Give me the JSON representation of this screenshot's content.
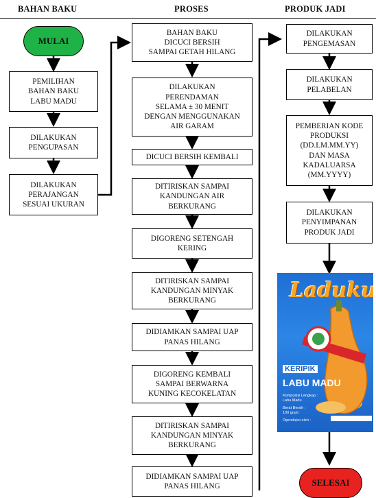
{
  "headers": {
    "bahan_baku": "BAHAN BAKU",
    "proses": "PROSES",
    "produk_jadi": "PRODUK JADI"
  },
  "start": "MULAI",
  "end": "SELESAI",
  "bahan_baku_steps": [
    "PEMILIHAN\nBAHAN BAKU\nLABU MADU",
    "DILAKUKAN\nPENGUPASAN",
    "DILAKUKAN\nPERAJANGAN\nSESUAI UKURAN"
  ],
  "proses_steps": [
    "BAHAN BAKU\nDICUCI BERSIH\nSAMPAI GETAH HILANG",
    "DILAKUKAN\nPERENDAMAN\nSELAMA ± 30 MENIT\nDENGAN MENGGUNAKAN\nAIR GARAM",
    "DICUCI BERSIH KEMBALI",
    "DITIRISKAN SAMPAI\nKANDUNGAN AIR\nBERKURANG",
    "DIGORENG SETENGAH\nKERING",
    "DITIRISKAN SAMPAI\nKANDUNGAN MINYAK\nBERKURANG",
    "DIDIAMKAN SAMPAI UAP\nPANAS HILANG",
    "DIGORENG KEMBALI\nSAMPAI BERWARNA\nKUNING KECOKELATAN",
    "DITIRISKAN SAMPAI\nKANDUNGAN MINYAK\nBERKURANG",
    "DIDIAMKAN SAMPAI UAP\nPANAS HILANG"
  ],
  "produk_jadi_steps": [
    "DILAKUKAN\nPENGEMASAN",
    "DILAKUKAN\nPELABELAN",
    "PEMBERIAN KODE\nPRODUKSI\n(DD.LM.MM.YY)\nDAN MASA\nKADALUARSA\n(MM.YYYY)",
    "DILAKUKAN\nPENYIMPANAN\nPRODUK JADI"
  ],
  "package": {
    "brand": "Laduku",
    "keripik": "KERIPIK",
    "labu_madu": "LABU MADU",
    "komposisi_label": "Komposisi Lengkap :",
    "komposisi_value": "Labu Madu",
    "berat_label": "Berat Bersih :",
    "berat_value": "100 gram",
    "produksi_label": "Diproduksi oleh :",
    "colors": {
      "background": "#2075d8",
      "brand": "#f7a523",
      "badge": "#d9262b",
      "pumpkin": "#f29a2e"
    }
  }
}
